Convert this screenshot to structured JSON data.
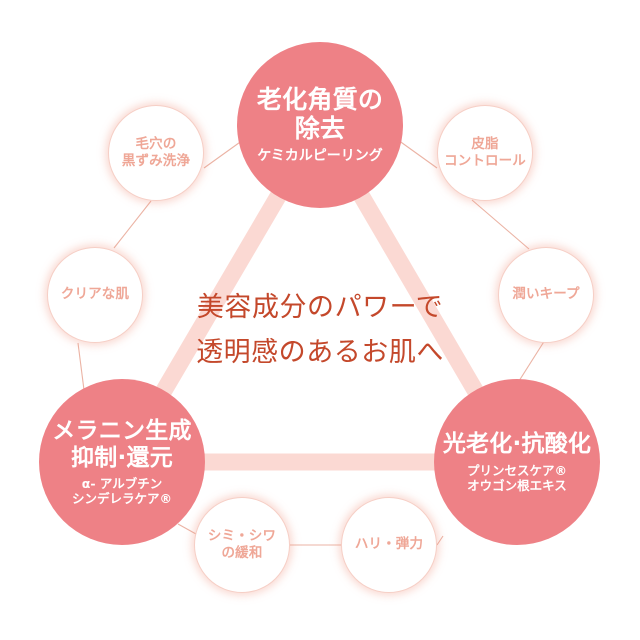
{
  "diagram": {
    "type": "radial-hub-triangle",
    "background_color": "#FFFFFF",
    "accent_color": "#EE8186",
    "band_color": "#FBD9D3",
    "minor_text_color": "#EFA797",
    "center_text_color": "#C4482B",
    "center_message": {
      "line1": "美容成分のパワーで",
      "line2": "透明感のあるお肌へ"
    },
    "major_nodes": [
      {
        "id": "top",
        "title_line1": "老化角質の",
        "title_line2": "除去",
        "subtitle_line1": "ケミカルピーリング",
        "subtitle_line2": ""
      },
      {
        "id": "bottom-left",
        "title_line1": "メラニン生成",
        "title_line2": "抑制·還元",
        "subtitle_line1": "α- アルブチン",
        "subtitle_line2": "シンデレラケア®"
      },
      {
        "id": "bottom-right",
        "title_line1": "光老化·抗酸化",
        "title_line2": "",
        "subtitle_line1": "プリンセスケア®",
        "subtitle_line2": "オウゴン根エキス"
      }
    ],
    "minor_nodes": [
      {
        "id": "pore",
        "line1": "毛穴の",
        "line2": "黒ずみ洗浄"
      },
      {
        "id": "sebum",
        "line1": "皮脂",
        "line2": "コントロール"
      },
      {
        "id": "clear",
        "line1": "クリアな肌",
        "line2": ""
      },
      {
        "id": "moist",
        "line1": "潤いキープ",
        "line2": ""
      },
      {
        "id": "spots",
        "line1": "シミ・シワ",
        "line2": "の緩和"
      },
      {
        "id": "firm",
        "line1": "ハリ・弾力",
        "line2": ""
      }
    ]
  }
}
